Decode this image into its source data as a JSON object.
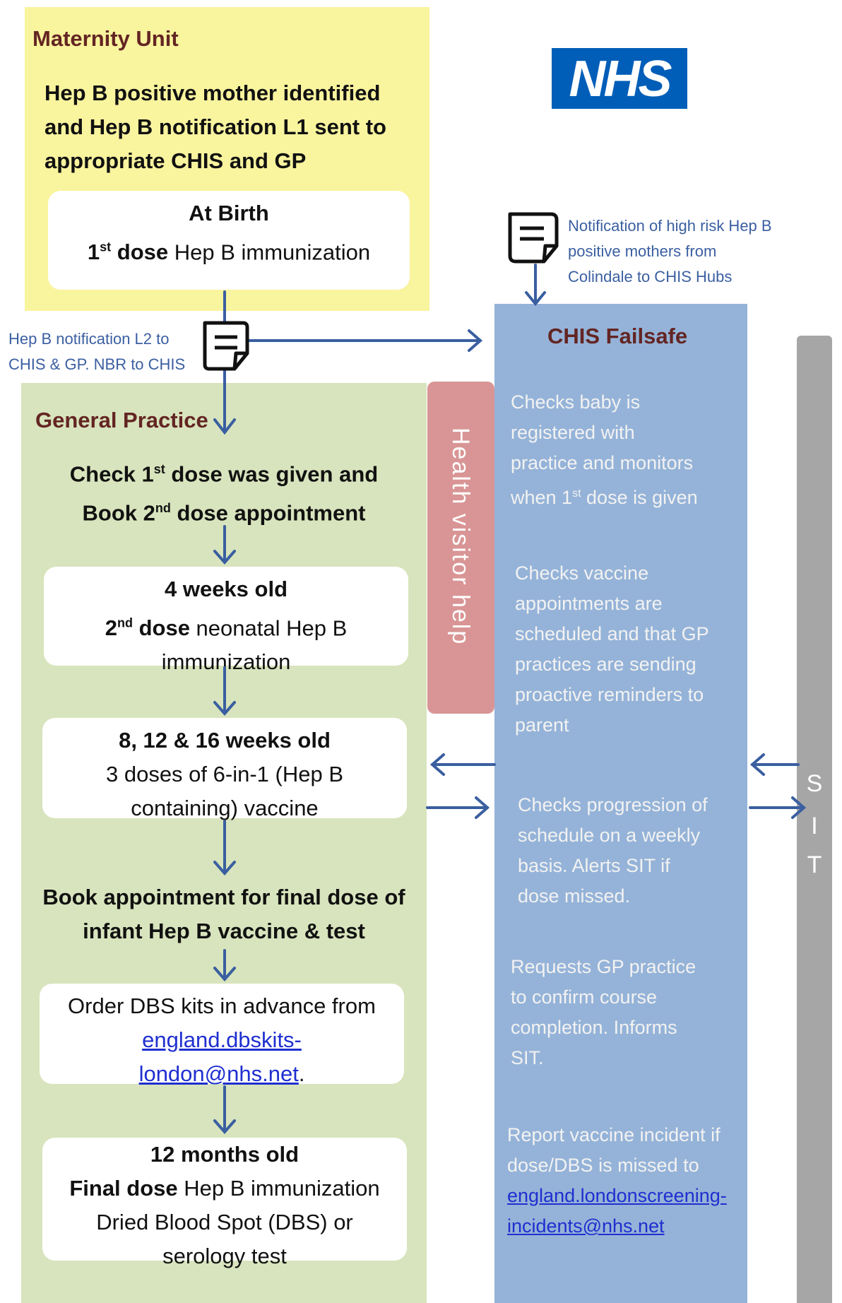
{
  "logo": {
    "text": "NHS",
    "color": "#005eb8"
  },
  "maternity": {
    "title": "Maternity Unit",
    "lead": [
      "Hep B positive mother identified",
      "and Hep B notification L1 sent to",
      "appropriate CHIS and GP"
    ],
    "birth_box": {
      "line1": "At Birth",
      "dose_sup": "st",
      "dose_num": "1",
      "dose_bold": " dose",
      "dose_rest": " Hep B immunization"
    }
  },
  "notes": {
    "high_risk": [
      "Notification of high risk Hep B",
      "positive mothers from",
      "Colindale to CHIS Hubs"
    ],
    "l2": [
      "Hep B notification L2 to",
      "CHIS & GP. NBR to CHIS"
    ]
  },
  "gp": {
    "title": "General Practice",
    "check": {
      "a": "Check 1",
      "a_sup": "st",
      "b": " dose was given and",
      "c": "Book 2",
      "c_sup": "nd",
      "d": " dose appointment"
    },
    "four_weeks": {
      "line1": "4 weeks old",
      "num": "2",
      "sup": "nd",
      "bold": " dose",
      "rest": " neonatal Hep B",
      "line3": "immunization"
    },
    "eight_weeks": {
      "line1": "8, 12 & 16 weeks old",
      "line2": "3 doses of 6-in-1 (Hep B",
      "line3": "containing) vaccine"
    },
    "book_final": [
      "Book  appointment for final dose of",
      "infant Hep B vaccine & test"
    ],
    "dbs": {
      "line1": "Order DBS kits in advance from",
      "link1": "england.dbskits-",
      "link2": "london@nhs.net",
      "tail": "."
    },
    "twelve_months": {
      "line1": "12 months old",
      "bold": "Final  dose",
      "rest": " Hep B immunization",
      "line3": "Dried Blood Spot (DBS)  or",
      "line4": "serology test"
    }
  },
  "health_visitor": {
    "label": "Health  visitor help"
  },
  "chis": {
    "title": "CHIS Failsafe",
    "p1": {
      "l1": "Checks baby is",
      "l2": "registered with",
      "l3": "practice  and  monitors",
      "l4a": "when 1",
      "l4sup": "st",
      "l4b": " dose is given"
    },
    "p2": [
      "Checks vaccine",
      "appointments are",
      "scheduled and that GP",
      "practices are sending",
      "proactive reminders to",
      "parent"
    ],
    "p3": [
      "Checks progression of",
      "schedule on a weekly",
      "basis. Alerts SIT if",
      "dose missed."
    ],
    "p4": [
      "Requests GP practice",
      "to confirm course",
      "completion.  Informs",
      "SIT."
    ],
    "p5": {
      "l1": "Report vaccine incident  if",
      "l2": "dose/DBS  is missed to",
      "link1": "england.londonscreening-",
      "link2": "incidents@nhs.net"
    }
  },
  "sit": {
    "letters": [
      "S",
      "I",
      "T"
    ]
  },
  "colors": {
    "maternity": "#f9f49e",
    "gp": "#d8e4bd",
    "chis": "#95b3d8",
    "health_visitor": "#d99595",
    "sit": "#a6a6a6",
    "arrow": "#3a5fa0"
  }
}
